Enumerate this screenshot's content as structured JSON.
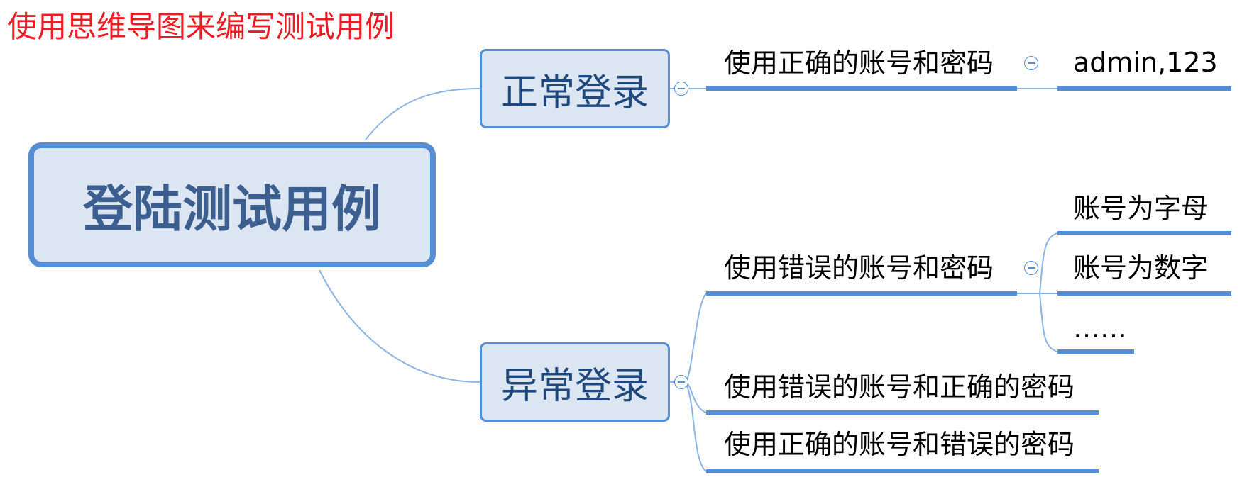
{
  "caption": "使用思维导图来编写测试用例",
  "root": {
    "label": "登陆测试用例"
  },
  "branches": {
    "normal": {
      "label": "正常登录",
      "cases": [
        {
          "label": "使用正确的账号和密码",
          "detail": "admin,123"
        }
      ]
    },
    "abnormal": {
      "label": "异常登录",
      "cases": [
        {
          "label": "使用错误的账号和密码",
          "details": [
            "账号为字母",
            "账号为数字",
            "……"
          ]
        },
        {
          "label": "使用错误的账号和正确的密码"
        },
        {
          "label": "使用正确的账号和错误的密码"
        }
      ]
    }
  },
  "colors": {
    "caption": "#ec1c24",
    "node_border": "#558ed5",
    "node_fill": "#dce6f2",
    "node_text": "#1f497d",
    "connector": "#8db3e2",
    "underline": "#558ed5"
  },
  "icons": [
    "collapse-icon"
  ]
}
